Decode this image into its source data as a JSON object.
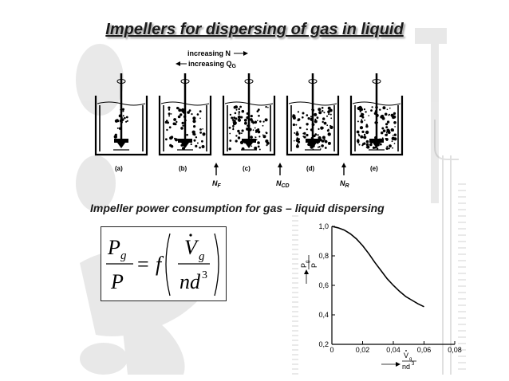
{
  "slide": {
    "title": "Impellers for dispersing of gas in liquid",
    "subtitle": "Impeller power consumption for gas – liquid dispersing"
  },
  "figure": {
    "legend_line1": "increasing N",
    "legend_line2": "increasing Q",
    "legend_line2_sub": "G",
    "panels": [
      "(a)",
      "(b)",
      "(c)",
      "(d)",
      "(e)"
    ],
    "markers": [
      {
        "main": "N",
        "sub": "F"
      },
      {
        "main": "N",
        "sub": "CD"
      },
      {
        "main": "N",
        "sub": "R"
      }
    ]
  },
  "formula": {
    "P": "P",
    "g": "g",
    "f": "f",
    "V": "V",
    "nd": "nd",
    "exp": "3"
  },
  "chart_data": {
    "type": "line",
    "x": [
      0,
      0.004,
      0.008,
      0.012,
      0.016,
      0.02,
      0.024,
      0.028,
      0.032,
      0.036,
      0.04,
      0.044,
      0.048,
      0.052,
      0.056,
      0.06
    ],
    "y": [
      1.0,
      0.99,
      0.975,
      0.95,
      0.915,
      0.87,
      0.815,
      0.755,
      0.7,
      0.645,
      0.6,
      0.56,
      0.525,
      0.5,
      0.475,
      0.455
    ],
    "xlim": [
      0,
      0.08
    ],
    "ylim": [
      0.2,
      1.0
    ],
    "xticks": [
      "0",
      "0,02",
      "0,04",
      "0,06",
      "0,08"
    ],
    "yticks": [
      "0,2",
      "0,4",
      "0,6",
      "0,8",
      "1,0"
    ],
    "ylabel_num": "P",
    "ylabel_num_sub": "g",
    "ylabel_den": "P",
    "xlabel_num": "V",
    "xlabel_num_sub": "g",
    "xlabel_den": "nd",
    "xlabel_den_exp": "3",
    "grid": false
  }
}
